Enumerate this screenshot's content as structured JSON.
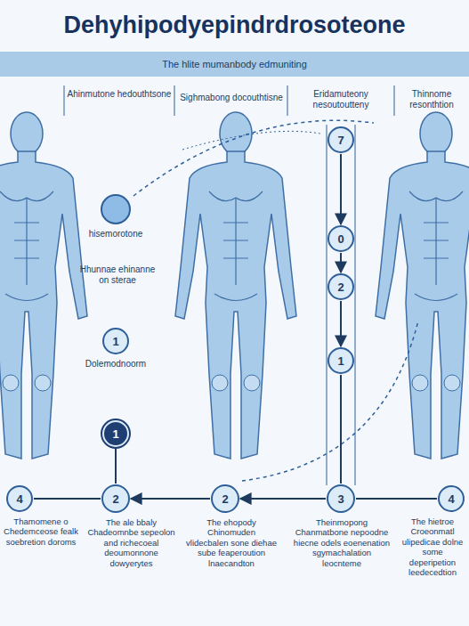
{
  "diagram": {
    "title": "Dehyhipodyepindrdrosoteone",
    "nodes": [
      {
        "text": [
          "hisemorotone"
        ]
      },
      {
        "text": [
          "7"
        ]
      },
      {
        "text": [
          "0"
        ]
      },
      {
        "text": [
          "2"
        ]
      },
      {
        "text": [
          "1",
          "Dolemodnoorm"
        ]
      },
      {
        "text": [
          "1"
        ]
      },
      {
        "text": [
          "1"
        ]
      },
      {
        "text": [
          "4",
          "Thamomene o Chedemceose fealk soebretion doroms"
        ]
      },
      {
        "text": [
          "2",
          "The ale bbaly Chadeomnbe sepeolon and richecoeal deoumonnone dowyerytes"
        ]
      },
      {
        "text": [
          "2",
          "The ehopody Chinomuden vlidecbalen sone diehae sube feaperoution lnaecandton"
        ]
      },
      {
        "text": [
          "3",
          "Theinmopong Chanmatbone nepoodne hiecne odels eoenenation sgymachalation leocnteme"
        ]
      },
      {
        "text": [
          "4",
          "The hietroe Croeonmatl ulipedicae dolne some deperipetion leedecedtion"
        ]
      }
    ],
    "edges": [
      {
        "from": 1,
        "to": 2,
        "arrow": "to"
      },
      {
        "from": 2,
        "to": 3,
        "arrow": "to"
      },
      {
        "from": 3,
        "to": 5,
        "arrow": "to"
      },
      {
        "from": 6,
        "to": 8,
        "arrow": "none"
      },
      {
        "from": 5,
        "to": 10,
        "arrow": "none"
      },
      {
        "from": 7,
        "to": 8,
        "arrow": "none"
      },
      {
        "from": 9,
        "to": 8,
        "arrow": "to"
      },
      {
        "from": 10,
        "to": 9,
        "arrow": "to"
      },
      {
        "from": 10,
        "to": 11,
        "arrow": "none"
      }
    ],
    "labels": [
      "The hlite mumanbody edmuniting",
      "Ahinmutone hedouthtsone",
      "Sighmabong docouthtisne",
      "Eridamuteony nesoutoutteny",
      "Thinnome resonthtion",
      "Hhunnae ehinanne on sterae"
    ]
  }
}
